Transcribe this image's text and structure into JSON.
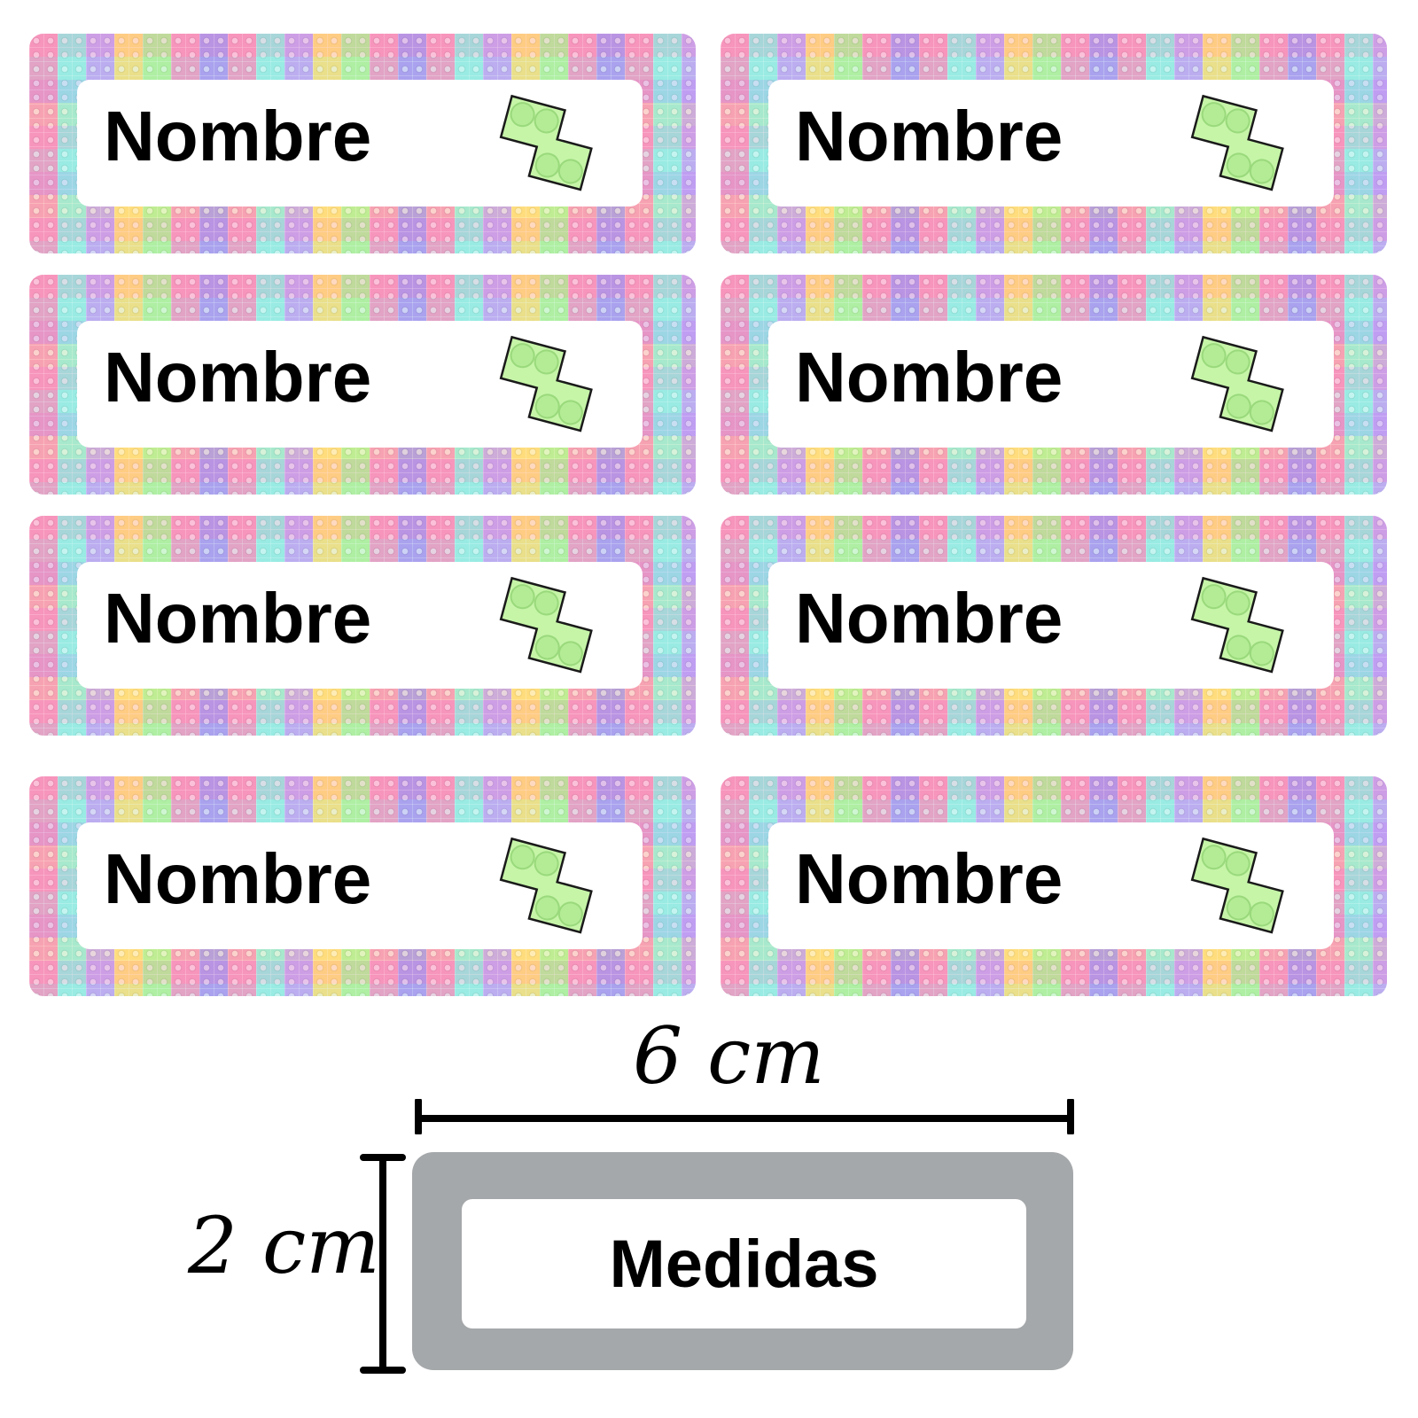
{
  "labels": {
    "name_text": "Nombre",
    "count": 8,
    "colors": {
      "pattern": [
        "#f7a6c9",
        "#a7efe8",
        "#cdb0f5",
        "#ffe38d",
        "#bff3a6"
      ],
      "piece_fill": "#c6f5a8",
      "piece_stroke": "#1a1a1a"
    },
    "icon": "tetromino-s-piece-icon"
  },
  "measure": {
    "width_label": "6 cm",
    "height_label": "2 cm",
    "sample_text": "Medidas",
    "sample_frame_color": "#a5a8aa"
  }
}
